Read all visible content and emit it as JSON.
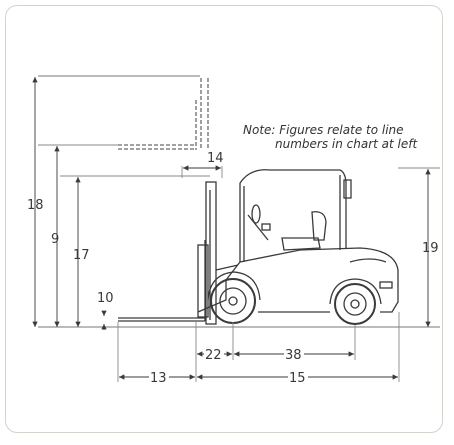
{
  "note": {
    "line1": "Note: Figures relate to line",
    "line2": "numbers in chart at left"
  },
  "dimensions": {
    "d18": "18",
    "d9": "9",
    "d17": "17",
    "d10": "10",
    "d14": "14",
    "d19": "19",
    "d22": "22",
    "d38": "38",
    "d13": "13",
    "d15": "15"
  },
  "colors": {
    "line": "#3a3a3a",
    "body": "#ffffff",
    "frame": "#d6d2cc"
  }
}
